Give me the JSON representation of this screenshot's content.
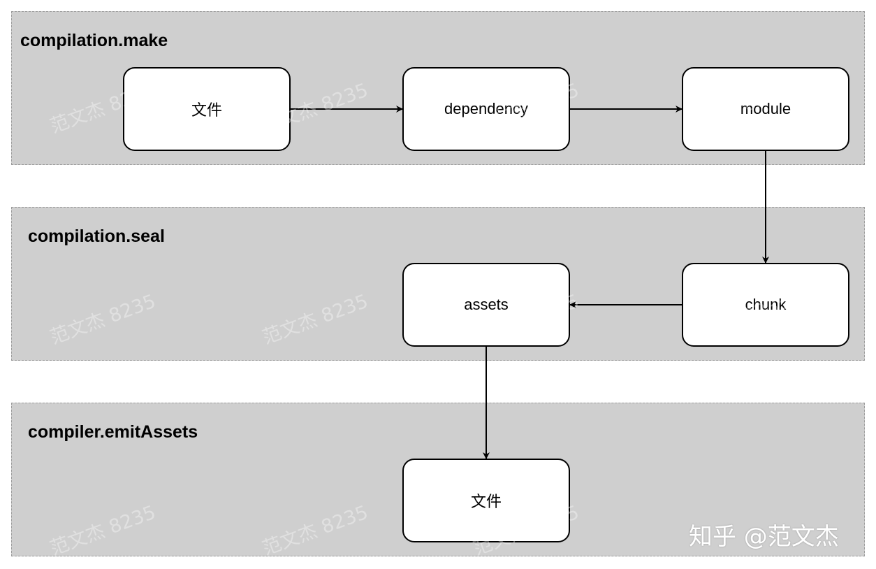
{
  "lanes": [
    {
      "title": "compilation.make"
    },
    {
      "title": "compilation.seal"
    },
    {
      "title": "compiler.emitAssets"
    }
  ],
  "nodes": {
    "file_in": "文件",
    "dependency": "dependency",
    "module": "module",
    "chunk": "chunk",
    "assets": "assets",
    "file_out": "文件"
  },
  "edges": [
    {
      "from": "file_in",
      "to": "dependency"
    },
    {
      "from": "dependency",
      "to": "module"
    },
    {
      "from": "module",
      "to": "chunk"
    },
    {
      "from": "chunk",
      "to": "assets"
    },
    {
      "from": "assets",
      "to": "file_out"
    }
  ],
  "watermark": "范文杰 8235",
  "credit": "知乎 @范文杰",
  "colors": {
    "lane_fill": "#cfcfcf",
    "lane_border": "#9a9a9a",
    "node_fill": "#ffffff",
    "stroke": "#000000"
  }
}
